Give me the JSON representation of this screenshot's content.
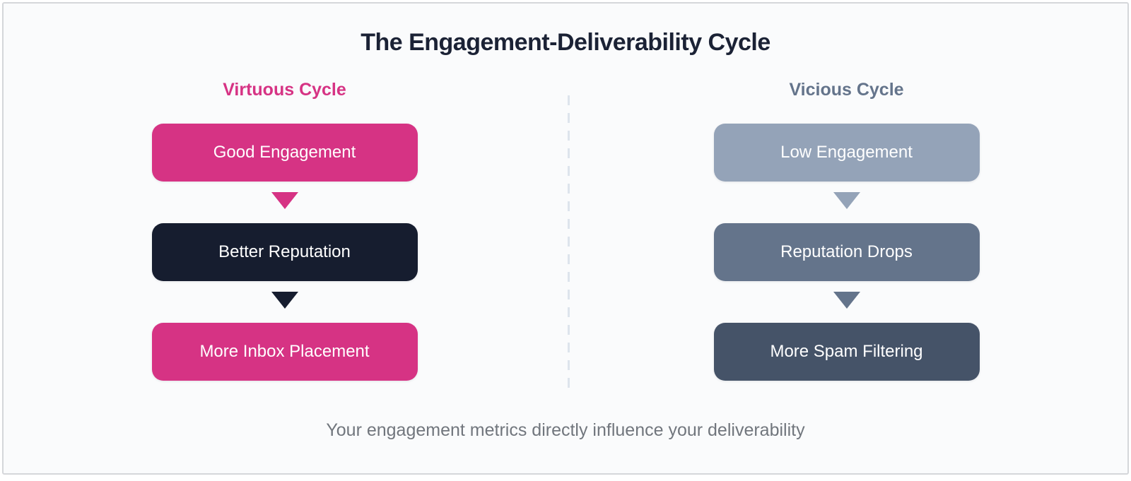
{
  "title": "The Engagement-Deliverability Cycle",
  "caption": "Your engagement metrics directly influence your deliverability",
  "colors": {
    "background": "#fafbfc",
    "border": "#d5d7da",
    "title_text": "#1b2235",
    "caption_text": "#71767d",
    "divider": "#dde4ec",
    "box_text": "#ffffff",
    "accent_pink": "#d63384",
    "accent_dark_navy": "#161d2f",
    "accent_slate_light": "#94a3b8",
    "accent_slate_medium": "#64748b",
    "accent_slate_dark": "#455368"
  },
  "icons": {
    "down_arrow": "triangle-pointing-down"
  },
  "columns": [
    {
      "header": "Virtuous Cycle",
      "header_color": "#d63384",
      "steps": [
        {
          "label": "Good Engagement",
          "bg": "#d63384"
        },
        {
          "label": "Better Reputation",
          "bg": "#161d2f"
        },
        {
          "label": "More Inbox Placement",
          "bg": "#d63384"
        }
      ],
      "arrows": [
        "#d63384",
        "#161d2f"
      ]
    },
    {
      "header": "Vicious Cycle",
      "header_color": "#64748b",
      "steps": [
        {
          "label": "Low Engagement",
          "bg": "#94a3b8"
        },
        {
          "label": "Reputation Drops",
          "bg": "#64748b"
        },
        {
          "label": "More Spam Filtering",
          "bg": "#455368"
        }
      ],
      "arrows": [
        "#94a3b8",
        "#64748b"
      ]
    }
  ]
}
